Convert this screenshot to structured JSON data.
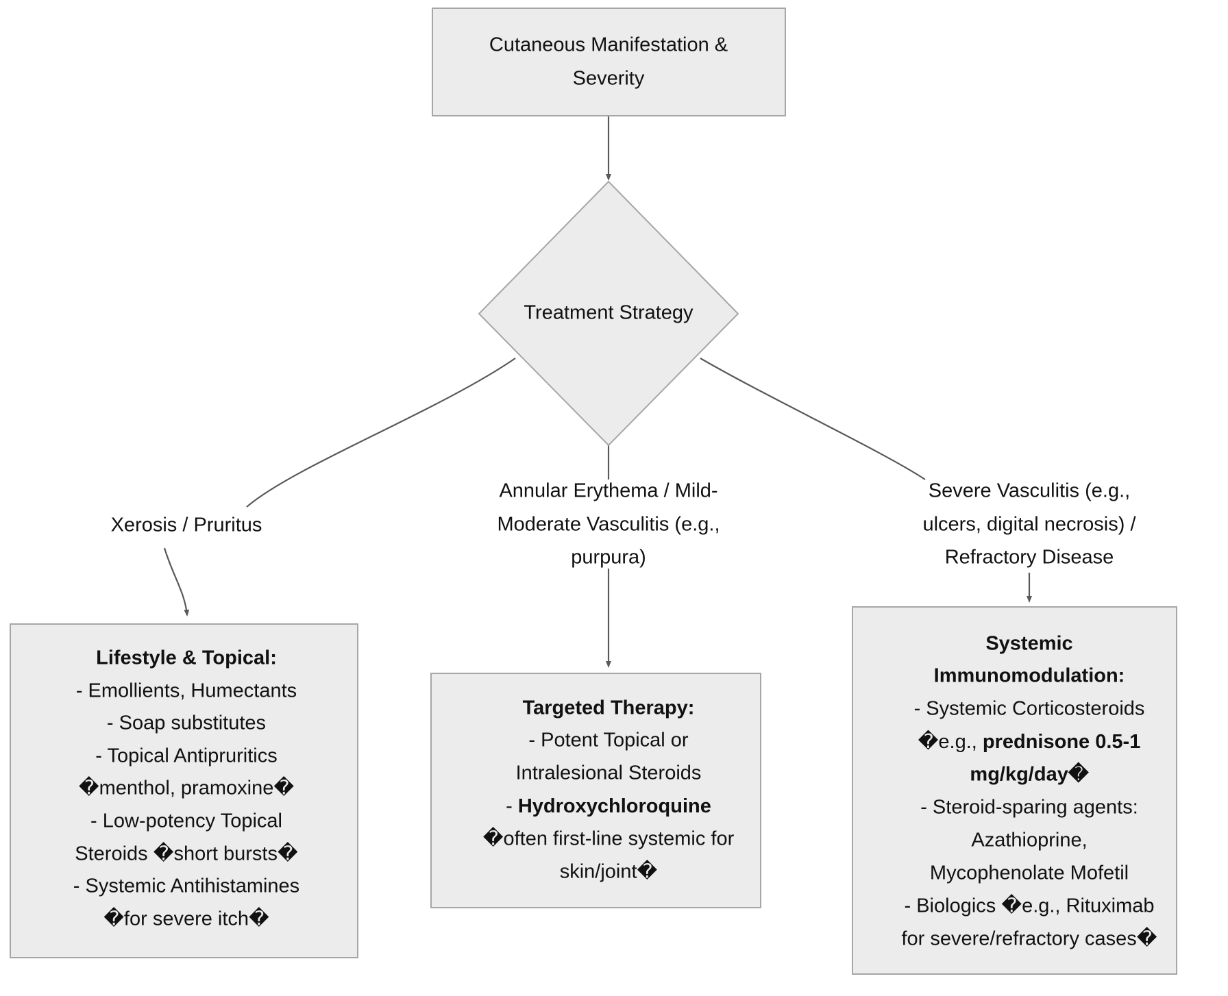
{
  "diagram": {
    "type": "flowchart",
    "orientation": "top-down",
    "title_node": "Cutaneous Manifestation & Severity",
    "colors": {
      "node_fill": "#ececec",
      "node_border": "#a6a6a6",
      "edge_stroke": "#58595b",
      "text": "#111111",
      "background": "#ffffff"
    }
  },
  "nodes": {
    "root": {
      "id": "root",
      "shape": "rectangle",
      "lines": [
        {
          "text": "Cutaneous Manifestation &",
          "bold": false
        },
        {
          "text": "Severity",
          "bold": false
        }
      ]
    },
    "decision": {
      "id": "decision",
      "shape": "diamond",
      "lines": [
        {
          "text": "Treatment Strategy",
          "bold": false
        }
      ]
    },
    "left": {
      "id": "left",
      "shape": "rectangle",
      "lines": [
        {
          "text": "Lifestyle & Topical:",
          "bold": true
        },
        {
          "text": "- Emollients, Humectants",
          "bold": false
        },
        {
          "text": "- Soap substitutes",
          "bold": false
        },
        {
          "text": "- Topical Antipruritics",
          "bold": false
        },
        {
          "text": "�menthol, pramoxine�",
          "bold": false
        },
        {
          "text": "- Low-potency Topical",
          "bold": false
        },
        {
          "text": "Steroids �short bursts�",
          "bold": false
        },
        {
          "text": "- Systemic Antihistamines",
          "bold": false
        },
        {
          "text": "�for severe itch�",
          "bold": false
        }
      ]
    },
    "middle": {
      "id": "middle",
      "shape": "rectangle",
      "lines": [
        {
          "text": "Targeted Therapy:",
          "bold": true
        },
        {
          "text": "- Potent Topical or",
          "bold": false
        },
        {
          "text": "Intralesional Steroids",
          "bold": false
        },
        {
          "text": "- Hydroxychloroquine",
          "bold": true,
          "prefix": "- ",
          "prefix_bold": false
        },
        {
          "text": "�often first-line systemic for",
          "bold": false
        },
        {
          "text": "skin/joint�",
          "bold": false
        }
      ]
    },
    "right": {
      "id": "right",
      "shape": "rectangle",
      "lines": [
        {
          "text": "Systemic",
          "bold": true
        },
        {
          "text": "Immunomodulation:",
          "bold": true
        },
        {
          "text": "- Systemic Corticosteroids",
          "bold": false
        },
        {
          "text": "�e.g., prednisone 0.5-1",
          "bold": false,
          "mixed": true
        },
        {
          "text": "mg/kg/day�",
          "bold": true
        },
        {
          "text": "- Steroid-sparing agents:",
          "bold": false
        },
        {
          "text": "Azathioprine,",
          "bold": false
        },
        {
          "text": "Mycophenolate Mofetil",
          "bold": false
        },
        {
          "text": "- Biologics �e.g., Rituximab",
          "bold": false
        },
        {
          "text": "for severe/refractory cases�",
          "bold": false
        }
      ]
    }
  },
  "edge_labels": {
    "left_branch": [
      "Xerosis / Pruritus"
    ],
    "middle_branch": [
      "Annular Erythema / Mild-",
      "Moderate Vasculitis (e.g.,",
      "purpura)"
    ],
    "right_branch": [
      "Severe Vasculitis (e.g.,",
      "ulcers, digital necrosis) /",
      "Refractory Disease"
    ]
  },
  "mixed_segments": {
    "middle_hydroxy": {
      "plain": "- ",
      "bold": "Hydroxychloroquine"
    },
    "right_prednisone": {
      "plain": "�e.g., ",
      "bold": "prednisone 0.5-1"
    }
  }
}
